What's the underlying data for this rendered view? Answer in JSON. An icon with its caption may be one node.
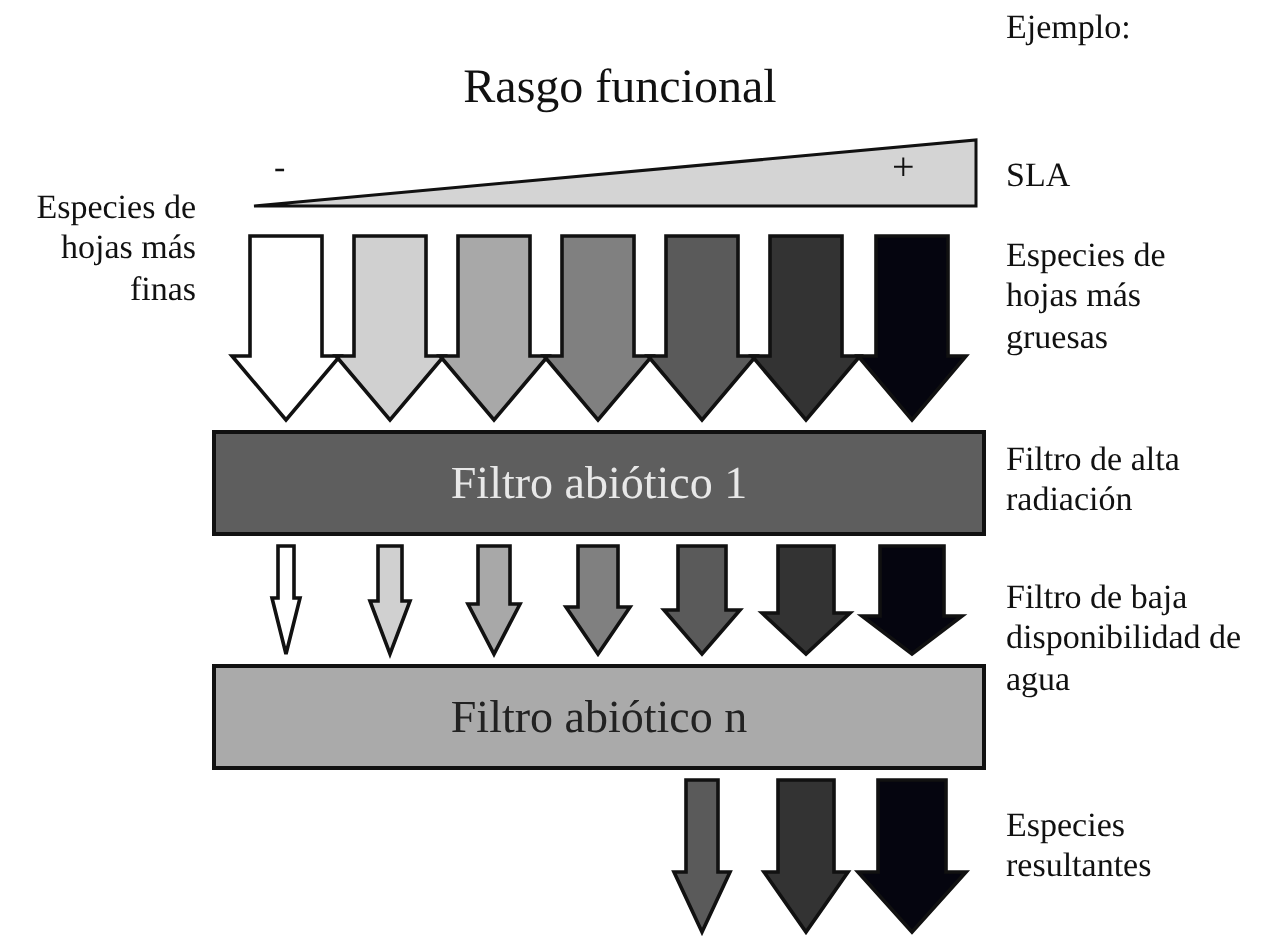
{
  "diagram": {
    "nodes": [
      {
        "text": [
          "Filtro abiótico 1"
        ],
        "beside": [
          "Filtro de alta radiación"
        ]
      },
      {
        "text": [
          "Filtro abiótico n"
        ],
        "beside": [
          "Filtro de baja disponibilidad de agua"
        ]
      }
    ],
    "edges": [
      {
        "from": null,
        "to": 0,
        "arrow": "to",
        "color": "#ffffff"
      },
      {
        "from": null,
        "to": 0,
        "arrow": "to",
        "color": "#d0d0d0"
      },
      {
        "from": null,
        "to": 0,
        "arrow": "to",
        "color": "#a8a8a8"
      },
      {
        "from": null,
        "to": 0,
        "arrow": "to",
        "color": "#808080"
      },
      {
        "from": null,
        "to": 0,
        "arrow": "to",
        "color": "#5a5a5a"
      },
      {
        "from": null,
        "to": 0,
        "arrow": "to",
        "color": "#333333"
      },
      {
        "from": null,
        "to": 0,
        "arrow": "to",
        "color": "#05050f"
      },
      {
        "from": 0,
        "to": 1,
        "arrow": "to",
        "color": "#ffffff"
      },
      {
        "from": 0,
        "to": 1,
        "arrow": "to",
        "color": "#d0d0d0"
      },
      {
        "from": 0,
        "to": 1,
        "arrow": "to",
        "color": "#a8a8a8"
      },
      {
        "from": 0,
        "to": 1,
        "arrow": "to",
        "color": "#808080"
      },
      {
        "from": 0,
        "to": 1,
        "arrow": "to",
        "color": "#5a5a5a"
      },
      {
        "from": 0,
        "to": 1,
        "arrow": "to",
        "color": "#333333"
      },
      {
        "from": 0,
        "to": 1,
        "arrow": "to",
        "color": "#05050f"
      },
      {
        "from": 1,
        "to": null,
        "arrow": "to",
        "color": "#5a5a5a"
      },
      {
        "from": 1,
        "to": null,
        "arrow": "to",
        "color": "#333333"
      },
      {
        "from": 1,
        "to": null,
        "arrow": "to",
        "color": "#05050f"
      }
    ],
    "labels": [
      "Ejemplo:",
      "Rasgo funcional",
      "-",
      "+",
      "SLA",
      "Especies de hojas más finas",
      "Especies de hojas más gruesas",
      "Especies resultantes"
    ]
  }
}
